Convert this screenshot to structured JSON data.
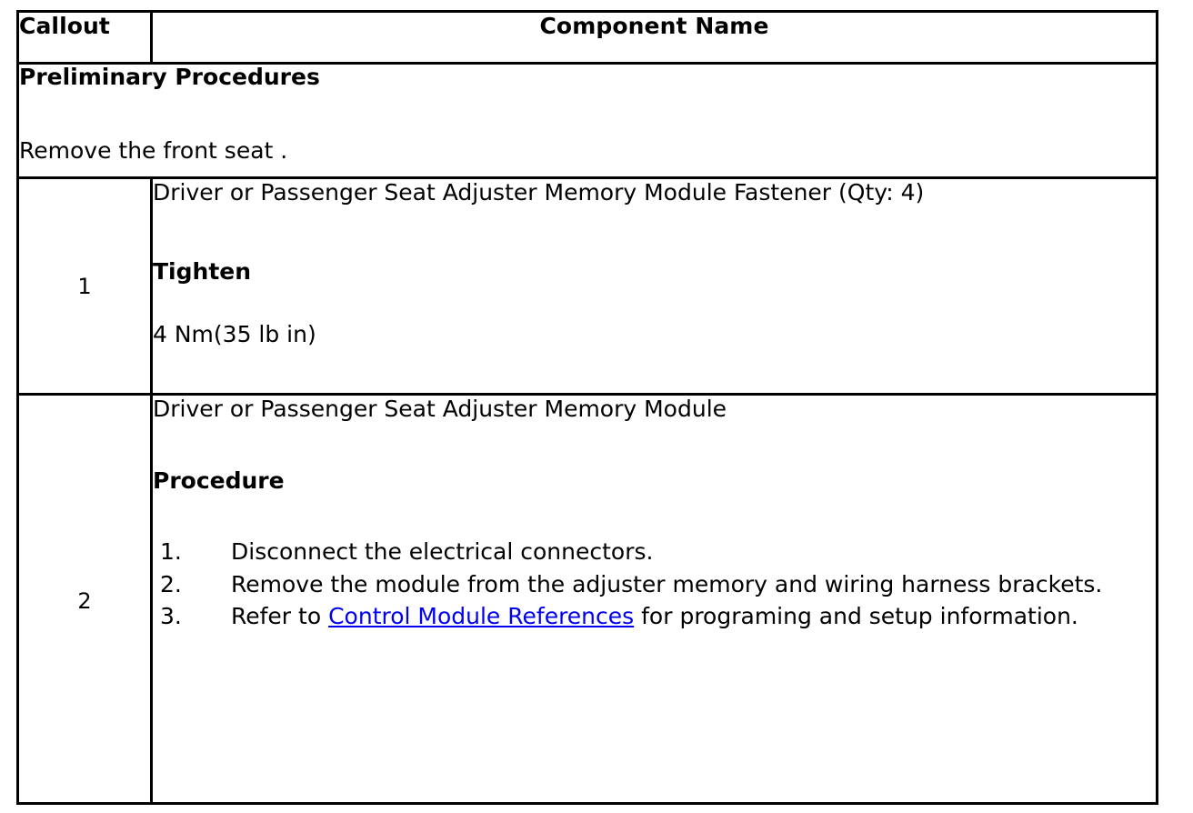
{
  "table": {
    "headers": {
      "callout": "Callout",
      "component": "Component Name"
    },
    "preliminary": {
      "title": "Preliminary Procedures",
      "text": "Remove the front seat ."
    },
    "rows": [
      {
        "callout": "1",
        "component_name": "Driver or Passenger Seat Adjuster Memory Module Fastener (Qty: 4)",
        "sub_heading": "Tighten",
        "torque": "4 Nm(35 lb in)"
      },
      {
        "callout": "2",
        "component_name": "Driver or Passenger Seat Adjuster Memory Module",
        "sub_heading": "Procedure",
        "steps": [
          {
            "number": "1.",
            "text": "Disconnect the electrical connectors."
          },
          {
            "number": "2.",
            "text": "Remove the module from the adjuster memory and wiring harness brackets."
          },
          {
            "number": "3.",
            "text_before": "Refer to ",
            "link": "Control Module References",
            "text_after": " for programing and setup information."
          }
        ]
      }
    ]
  },
  "colors": {
    "border": "#000000",
    "text": "#000000",
    "background": "#ffffff"
  }
}
